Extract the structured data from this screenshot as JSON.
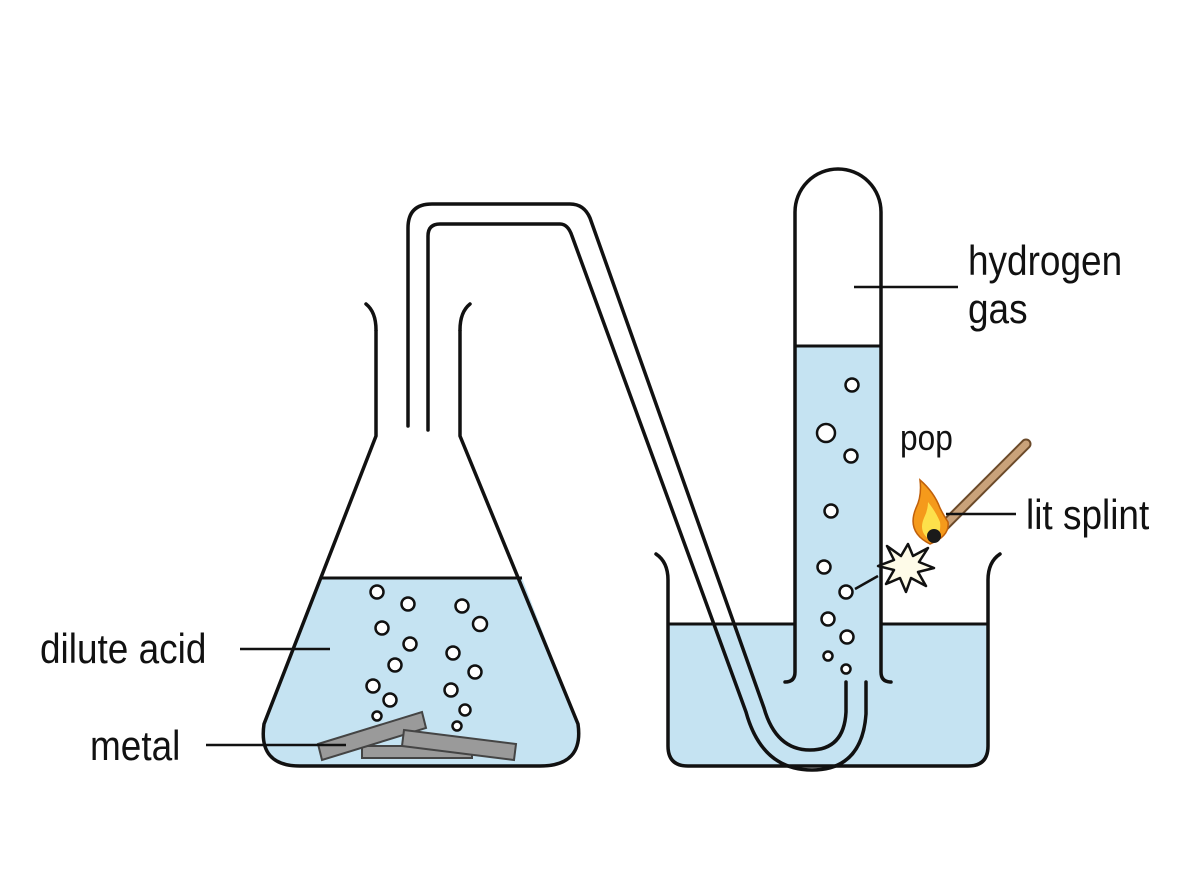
{
  "labels": {
    "hydrogen_line1": "hydrogen",
    "hydrogen_line2": "gas",
    "pop": "pop",
    "lit_splint": "lit splint",
    "dilute_acid": "dilute acid",
    "metal": "metal"
  },
  "colors": {
    "liquid": "#c5e3f2",
    "outline": "#111111",
    "metal": "#9a9a9a",
    "splint": "#c9a27a",
    "flame_outer": "#f59a1b",
    "flame_inner": "#fde04b",
    "background": "#ffffff"
  }
}
